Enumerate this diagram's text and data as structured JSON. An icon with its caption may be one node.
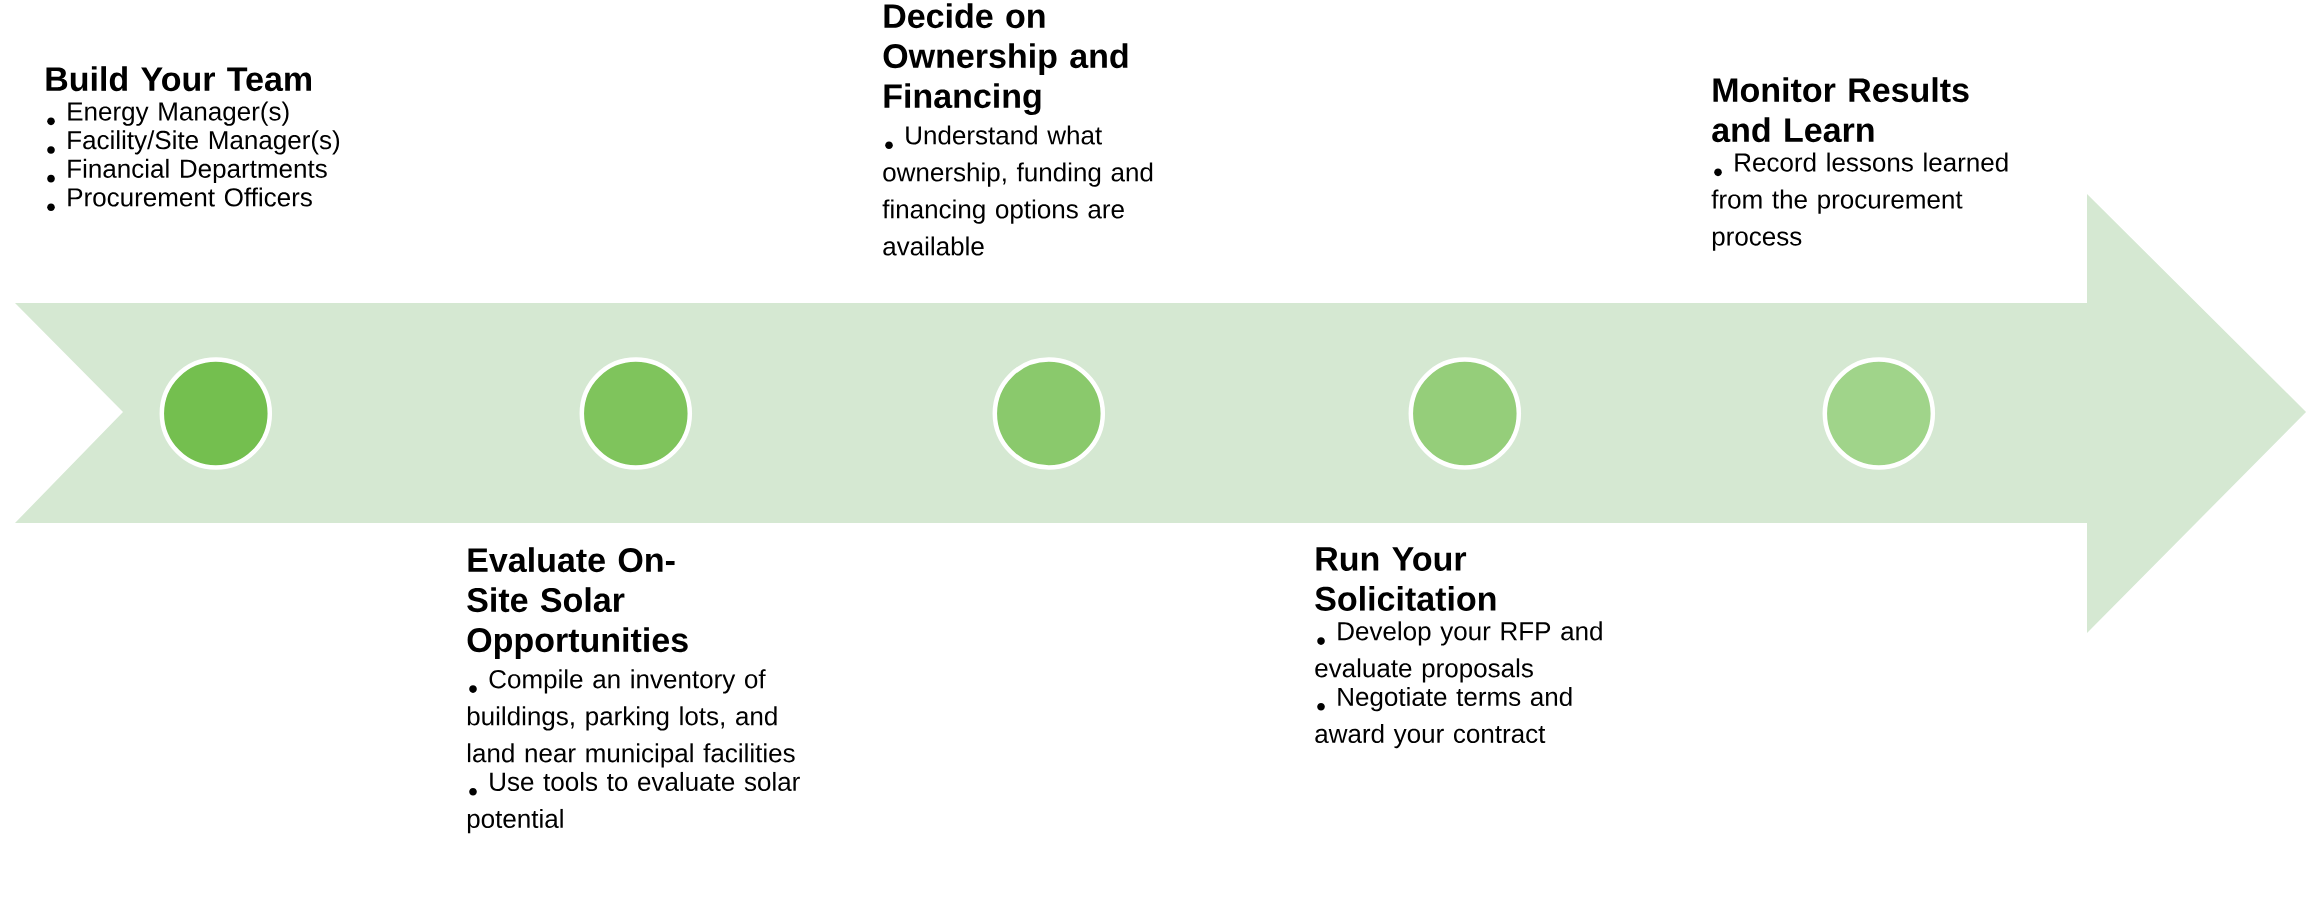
{
  "diagram": {
    "nodes": [
      {
        "text": [],
        "shape": "arrow"
      },
      {
        "text": [],
        "shape": "circle",
        "in": 0,
        "beside": [
          "Build Your Team",
          "Energy Manager(s)",
          "Facility/Site Manager(s)",
          "Financial Departments",
          "Procurement Officers"
        ]
      },
      {
        "text": [],
        "shape": "circle",
        "in": 0,
        "beside": [
          "Evaluate On-Site Solar Opportunities",
          "Compile an inventory of buildings, parking lots, and land near municipal facilities",
          "Use tools to evaluate solar potential"
        ]
      },
      {
        "text": [],
        "shape": "circle",
        "in": 0,
        "beside": [
          "Decide on Ownership and Financing",
          "Understand what ownership, funding and financing options are available"
        ]
      },
      {
        "text": [],
        "shape": "circle",
        "in": 0,
        "beside": [
          "Run Your Solicitation",
          "Develop your RFP and evaluate proposals",
          "Negotiate terms and award your contract"
        ]
      },
      {
        "text": [],
        "shape": "circle",
        "in": 0,
        "beside": [
          "Monitor Results and Learn",
          "Record lessons learned from the procurement process"
        ]
      }
    ]
  }
}
